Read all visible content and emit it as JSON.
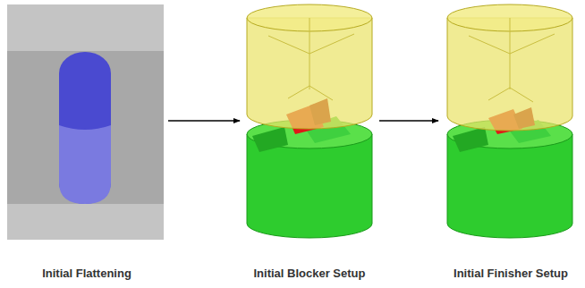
{
  "diagram": {
    "nodes": [
      {
        "text": [
          "Initial Flattening"
        ]
      },
      {
        "text": [
          "Initial Blocker Setup"
        ]
      },
      {
        "text": [
          "Initial Finisher Setup"
        ]
      }
    ],
    "edges": [
      {
        "from": 0,
        "to": 1,
        "arrow": "to"
      },
      {
        "from": 1,
        "to": 2,
        "arrow": "to"
      }
    ]
  }
}
